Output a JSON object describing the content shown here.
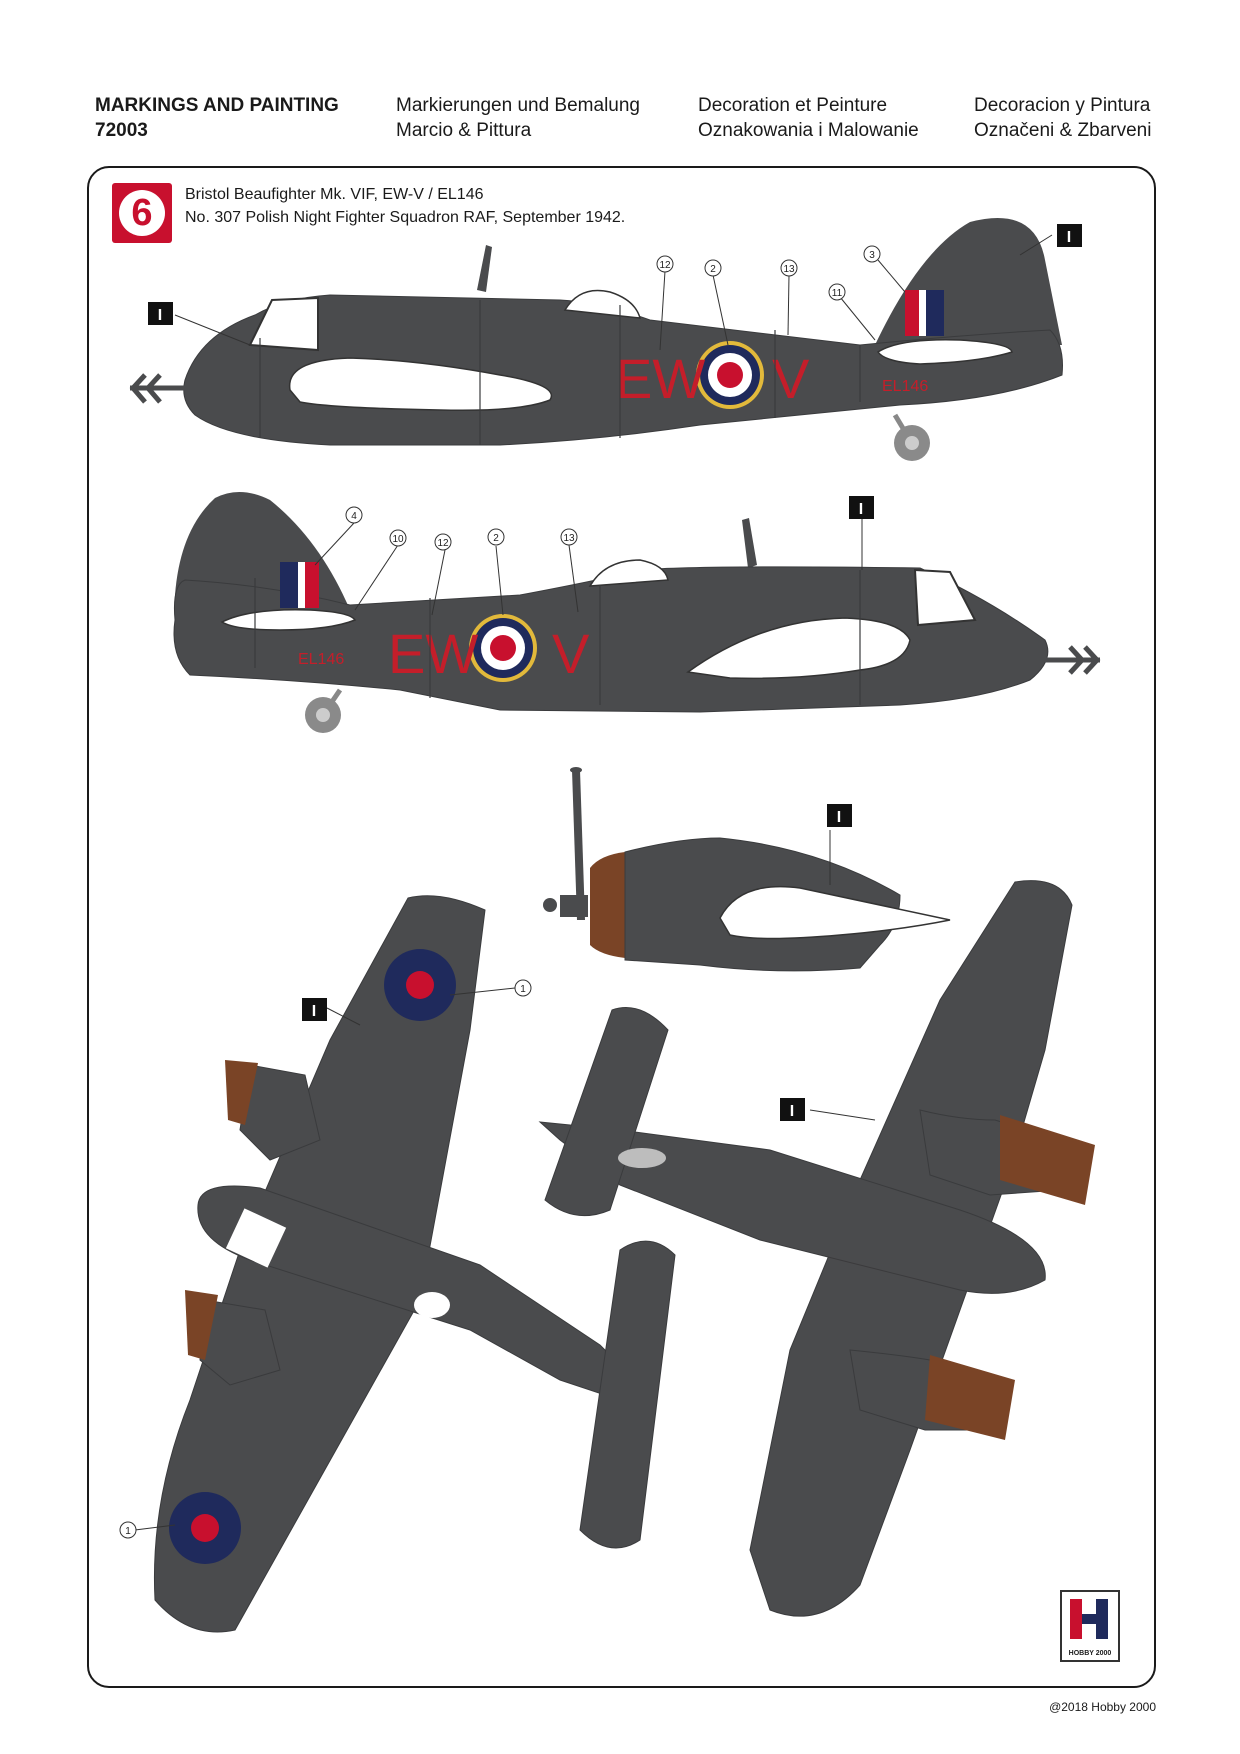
{
  "header": {
    "col1_line1": "MARKINGS AND PAINTING",
    "col1_line2": "72003",
    "col2_line1": "Markierungen und Bemalung",
    "col2_line2": "Marcio & Pittura",
    "col3_line1": "Decoration et Peinture",
    "col3_line2": "Oznakowania i Malowanie",
    "col4_line1": "Decoracion y Pintura",
    "col4_line2": "Označeni & Zbarveni"
  },
  "scheme": {
    "number": "6",
    "line1": "Bristol Beaufighter Mk. VIF, EW-V / EL146",
    "line2": "No. 307 Polish Night Fighter Squadron RAF, September 1942."
  },
  "markings": {
    "code_left": "EW",
    "code_right": "V",
    "serial": "EL146",
    "paint_ref": "I"
  },
  "callouts": [
    "1",
    "2",
    "3",
    "4",
    "10",
    "11",
    "12",
    "13"
  ],
  "logo": {
    "text": "HOBBY 2000"
  },
  "footer": {
    "copyright": "@2018 Hobby 2000"
  },
  "colors": {
    "aircraft_gray": "#4a4b4d",
    "panel_lines": "#3a3b3d",
    "roundel_red": "#c8102e",
    "roundel_blue": "#1f2a5c",
    "roundel_yellow": "#e2b93b",
    "code_red": "#c41e2a",
    "nacelle_brown": "#7a4426"
  }
}
